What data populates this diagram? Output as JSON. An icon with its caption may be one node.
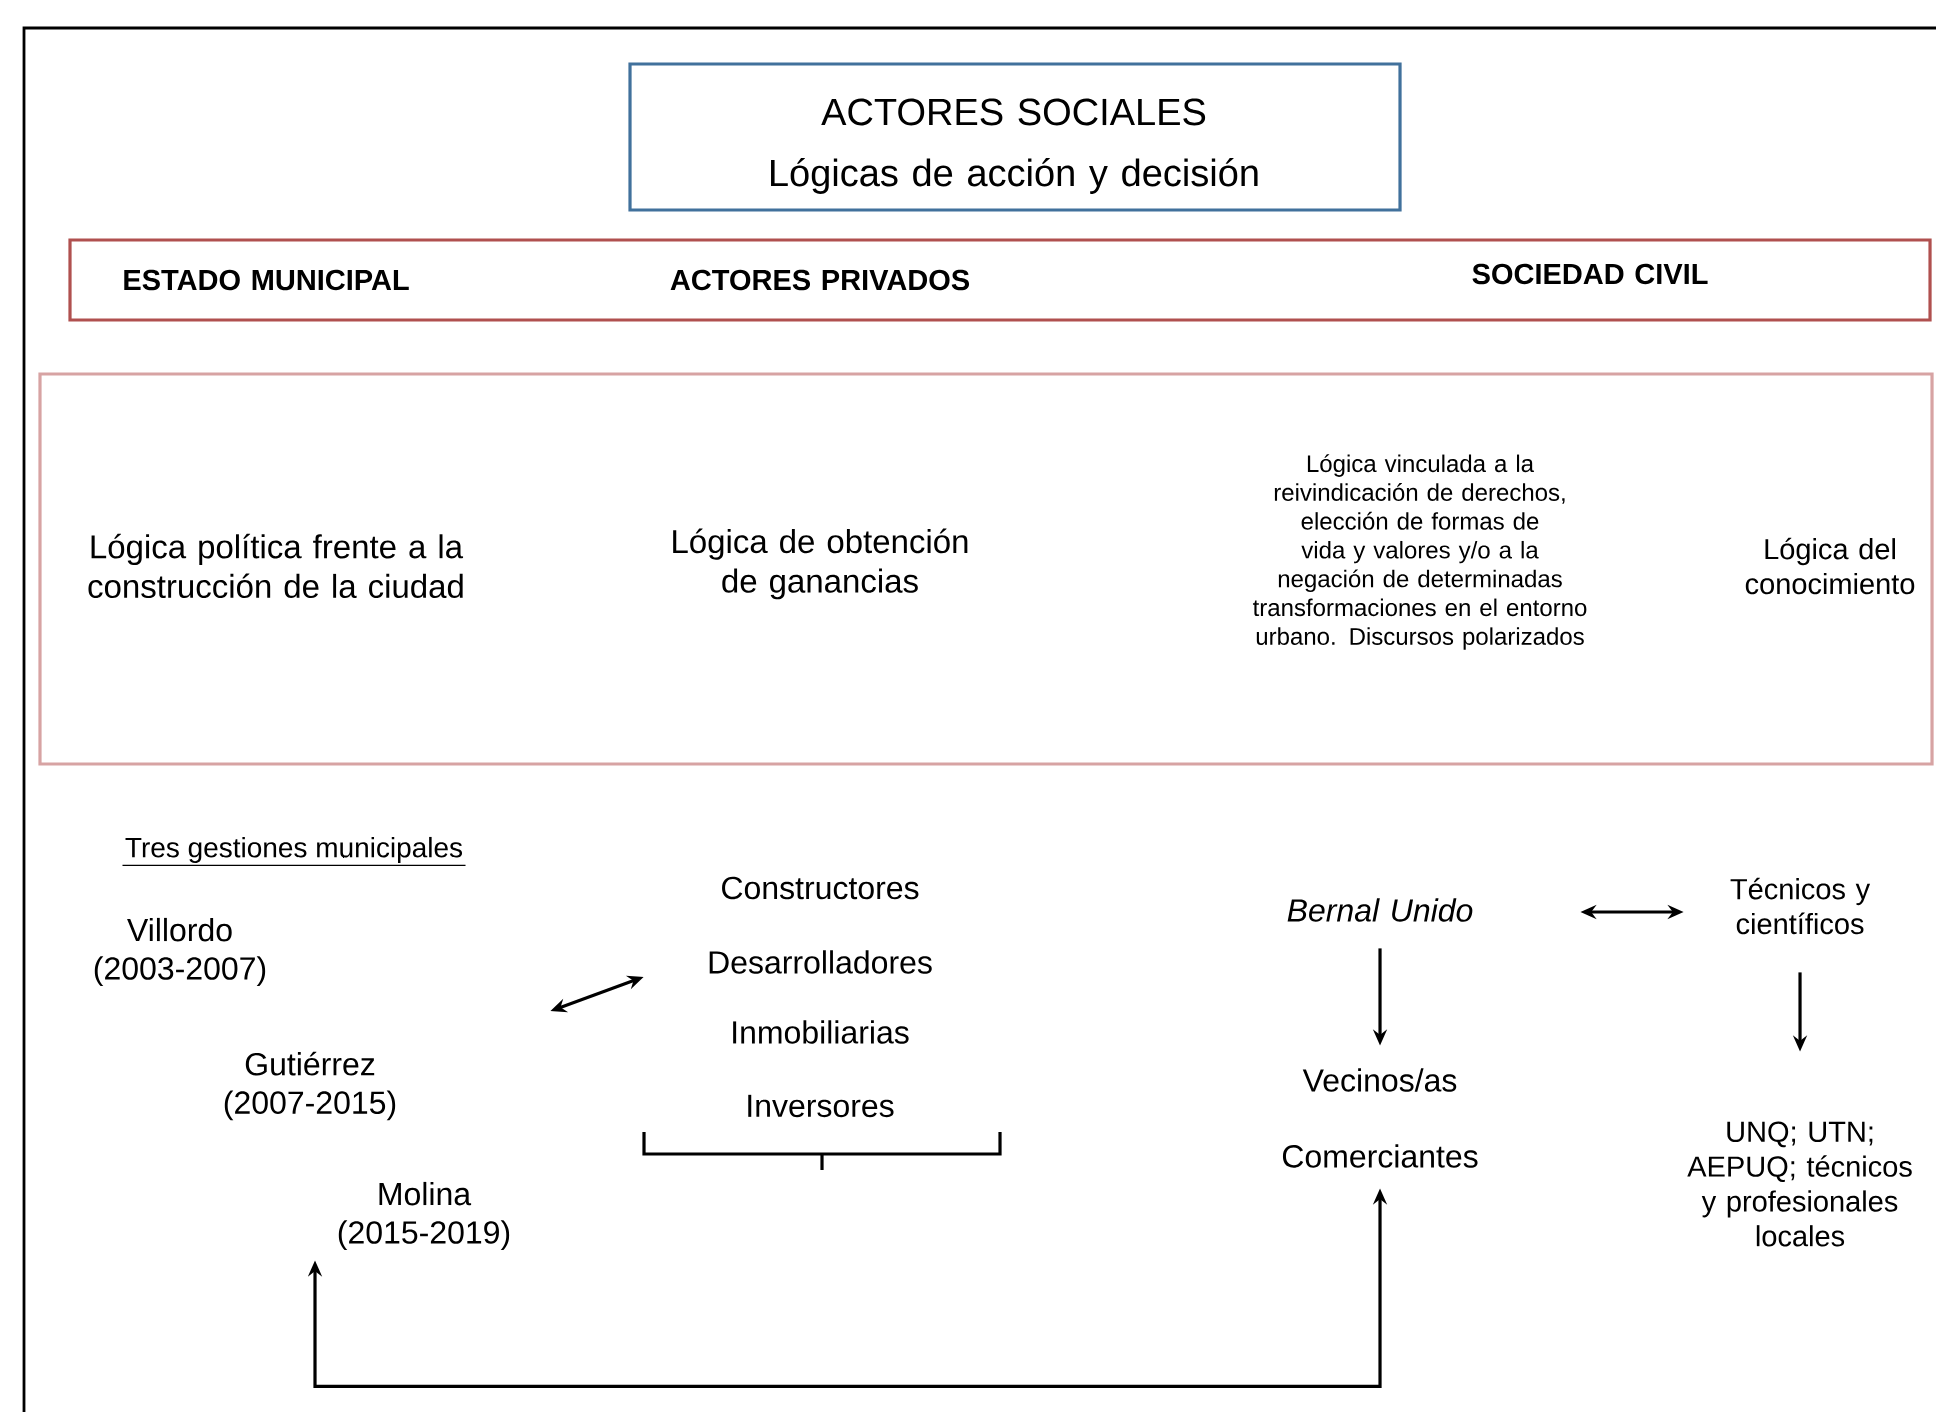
{
  "diagram": {
    "nodes": [
      {
        "text": [
          "ACTORES SOCIALES",
          "Lógicas de acción y decisión"
        ]
      },
      {
        "text": [
          "ESTADO MUNICIPAL",
          "ACTORES PRIVADOS",
          "SOCIEDAD CIVIL"
        ]
      },
      {
        "text": [
          "Lógica política frente a la construcción de la ciudad",
          "Lógica de obtención de ganancias",
          "Lógica vinculada a la reivindicación de derechos, elección de formas de vida y valores y/o a la negación de determinadas transformaciones en el entorno urbano. Discursos polarizados",
          "Lógica del conocimiento"
        ]
      },
      {
        "text": [
          "Villordo (2003-2007)",
          "Gutiérrez (2007-2015)",
          "Molina (2015-2019)"
        ]
      },
      {
        "text": [
          "Constructores",
          "Desarrolladores",
          "Inmobiliarias",
          "Inversores"
        ]
      },
      {
        "text": [
          "Bernal Unido"
        ]
      },
      {
        "text": [
          "Vecinos/as",
          "Comerciantes"
        ]
      },
      {
        "text": [
          "Técnicos y científicos"
        ]
      },
      {
        "text": [
          "UNQ; UTN; AEPUQ; técnicos y profesionales locales"
        ]
      }
    ],
    "edges": [
      {
        "from": 3,
        "to": 4,
        "arrow": "both"
      },
      {
        "from": 5,
        "to": 6,
        "arrow": "to"
      },
      {
        "from": 5,
        "to": 7,
        "arrow": "both"
      },
      {
        "from": 7,
        "to": 8,
        "arrow": "to"
      },
      {
        "from": 3,
        "to": 6,
        "arrow": "both"
      }
    ],
    "labels": [
      "Tres gestiones municipales"
    ]
  }
}
